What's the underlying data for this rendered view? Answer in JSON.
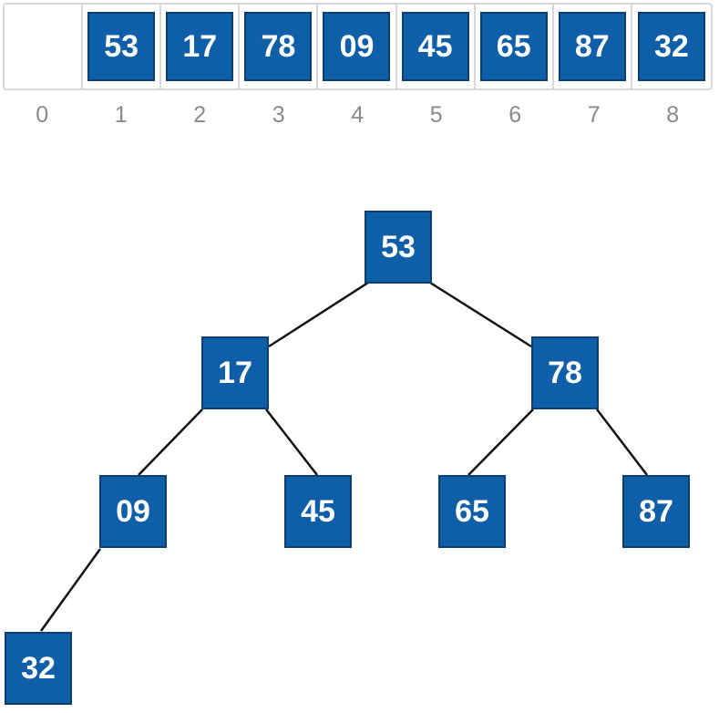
{
  "array": {
    "cells": [
      "",
      "53",
      "17",
      "78",
      "09",
      "45",
      "65",
      "87",
      "32"
    ],
    "indices": [
      "0",
      "1",
      "2",
      "3",
      "4",
      "5",
      "6",
      "7",
      "8"
    ]
  },
  "tree": {
    "nodes": [
      {
        "id": "n1",
        "value": "53"
      },
      {
        "id": "n2",
        "value": "17"
      },
      {
        "id": "n3",
        "value": "78"
      },
      {
        "id": "n4",
        "value": "09"
      },
      {
        "id": "n5",
        "value": "45"
      },
      {
        "id": "n6",
        "value": "65"
      },
      {
        "id": "n7",
        "value": "87"
      },
      {
        "id": "n8",
        "value": "32"
      }
    ],
    "edges": [
      [
        "n1",
        "n2"
      ],
      [
        "n1",
        "n3"
      ],
      [
        "n2",
        "n4"
      ],
      [
        "n2",
        "n5"
      ],
      [
        "n3",
        "n6"
      ],
      [
        "n3",
        "n7"
      ],
      [
        "n4",
        "n8"
      ]
    ]
  },
  "colors": {
    "node_fill": "#0f5ea8",
    "node_border": "#0a3f70",
    "edge": "#111111",
    "index_text": "#8a8a8a"
  }
}
